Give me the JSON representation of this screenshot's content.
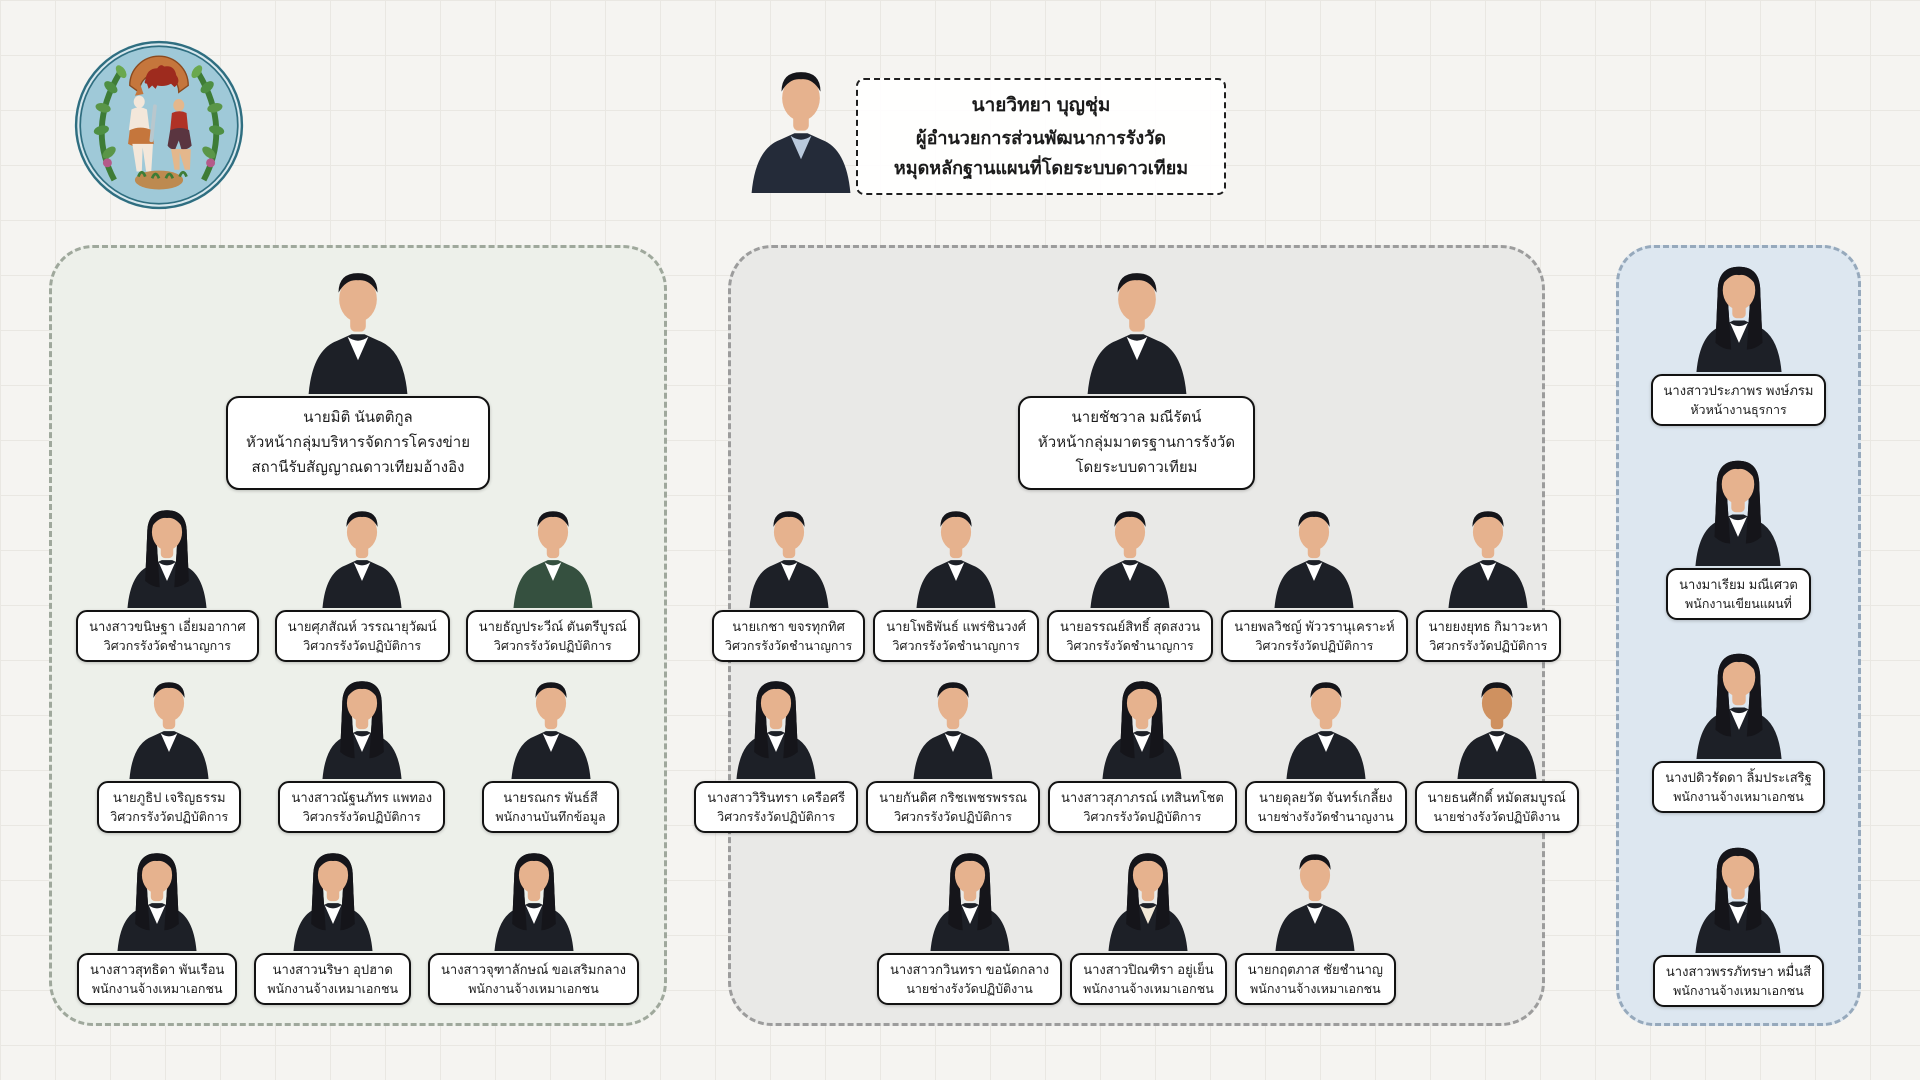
{
  "page": {
    "background": "#f5f4f1",
    "grid_line_color": "#e9e7e2"
  },
  "logo": {
    "icon": "department-seal-emblem",
    "ring_color": "#2f6e80",
    "field_color": "#9fc9d8",
    "wreath_color": "#3e7c36",
    "crest_color": "#c5763c"
  },
  "director": {
    "name": "นายวิทยา บุญชุ่ม",
    "title_line1": "ผู้อำนวยการส่วนพัฒนาการรังวัด",
    "title_line2": "หมุดหลักฐานแผนที่โดยระบบดาวเทียม",
    "photo": {
      "gender": "m",
      "suit": "#242b39",
      "shirt": "#b9c9dc"
    }
  },
  "sections": [
    {
      "name": "network-management-group",
      "panel_bg": "#edf0ea",
      "panel_border": "#9fa89c",
      "leader": {
        "name": "นายมิติ นันตติกูล",
        "roles": [
          "หัวหน้ากลุ่มบริหารจัดการโครงข่าย",
          "สถานีรับสัญญาณดาวเทียมอ้างอิง"
        ],
        "gender": "m"
      },
      "rows": [
        [
          {
            "name": "นางสาวขนิษฐา เอี่ยมอากาศ",
            "role": "วิศวกรรังวัดชำนาญการ",
            "gender": "f"
          },
          {
            "name": "นายศุภสัณห์ วรรณายุวัฒน์",
            "role": "วิศวกรรังวัดปฏิบัติการ",
            "gender": "m"
          },
          {
            "name": "นายธัญประวีณ์ ตันตรีบูรณ์",
            "role": "วิศวกรรังวัดปฏิบัติการ",
            "gender": "m",
            "suit": "#35503f"
          }
        ],
        [
          {
            "name": "นายภูธิป เจริญธรรม",
            "role": "วิศวกรรังวัดปฏิบัติการ",
            "gender": "m"
          },
          {
            "name": "นางสาวณัฐนภัทร แพทอง",
            "role": "วิศวกรรังวัดปฏิบัติการ",
            "gender": "f"
          },
          {
            "name": "นายรณกร พันธ์สี",
            "role": "พนักงานบันทึกข้อมูล",
            "gender": "m"
          }
        ],
        [
          {
            "name": "นางสาวสุทธิดา พันเรือน",
            "role": "พนักงานจ้างเหมาเอกชน",
            "gender": "f"
          },
          {
            "name": "นางสาวนริษา อุปฮาด",
            "role": "พนักงานจ้างเหมาเอกชน",
            "gender": "f"
          },
          {
            "name": "นางสาวจุฑาลักษณ์ ขอเสริมกลาง",
            "role": "พนักงานจ้างเหมาเอกชน",
            "gender": "f"
          }
        ]
      ]
    },
    {
      "name": "survey-standards-group",
      "panel_bg": "#e9e9e7",
      "panel_border": "#9c9c9c",
      "leader": {
        "name": "นายชัชวาล มณีรัตน์",
        "roles": [
          "หัวหน้ากลุ่มมาตรฐานการรังวัด",
          "โดยระบบดาวเทียม"
        ],
        "gender": "m"
      },
      "rows": [
        [
          {
            "name": "นายเกชา ขจรทุกทิศ",
            "role": "วิศวกรรังวัดชำนาญการ",
            "gender": "m"
          },
          {
            "name": "นายโพธิพันธ์ แพร่ชินวงศ์",
            "role": "วิศวกรรังวัดชำนาญการ",
            "gender": "m"
          },
          {
            "name": "นายอรรณย์สิทธิ์ สุดสงวน",
            "role": "วิศวกรรังวัดชำนาญการ",
            "gender": "m"
          },
          {
            "name": "นายพลวิชญ์ พัววรานุเคราะห์",
            "role": "วิศวกรรังวัดปฏิบัติการ",
            "gender": "m"
          },
          {
            "name": "นายยงยุทธ กิมาวะหา",
            "role": "วิศวกรรังวัดปฏิบัติการ",
            "gender": "m"
          }
        ],
        [
          {
            "name": "นางสาววิรินทรา เครือศรี",
            "role": "วิศวกรรังวัดปฏิบัติการ",
            "gender": "f"
          },
          {
            "name": "นายกันดิศ กริชเพชรพรรณ",
            "role": "วิศวกรรังวัดปฏิบัติการ",
            "gender": "m"
          },
          {
            "name": "นางสาวสุภาภรณ์ เทสินทโชต",
            "role": "วิศวกรรังวัดปฏิบัติการ",
            "gender": "f"
          },
          {
            "name": "นายดุลยวัต จันทร์เกลี้ยง",
            "role": "นายช่างรังวัดชำนาญงาน",
            "gender": "m"
          },
          {
            "name": "นายธนศักดิ์ หมัดสมบูรณ์",
            "role": "นายช่างรังวัดปฏิบัติงาน",
            "gender": "m",
            "skin": "#cf9160"
          }
        ],
        [
          {
            "name": "นางสาวกวินทรา ขอนัดกลาง",
            "role": "นายช่างรังวัดปฏิบัติงาน",
            "gender": "f"
          },
          {
            "name": "นางสาวปิณฑิรา อยู่เย็น",
            "role": "พนักงานจ้างเหมาเอกชน",
            "gender": "f",
            "shirt": "#f1e8d7"
          },
          {
            "name": "นายกฤตภาส ชัยชำนาญ",
            "role": "พนักงานจ้างเหมาเอกชน",
            "gender": "m"
          }
        ]
      ]
    },
    {
      "name": "admin-group",
      "panel_bg": "#dde7f0",
      "panel_border": "#96a9bc",
      "leader": null,
      "rows": [
        [
          {
            "name": "นางสาวประภาพร พงษ์ภรม",
            "role": "หัวหน้างานธุรการ",
            "gender": "f"
          }
        ],
        [
          {
            "name": "นางมาเรียม มณีเศวต",
            "role": "พนักงานเขียนแผนที่",
            "gender": "f"
          }
        ],
        [
          {
            "name": "นางปดิวรัดดา ลิ้มประเสริฐ",
            "role": "พนักงานจ้างเหมาเอกชน",
            "gender": "f"
          }
        ],
        [
          {
            "name": "นางสาวพรรภัทรษา หมื่นสี",
            "role": "พนักงานจ้างเหมาเอกชน",
            "gender": "f"
          }
        ]
      ]
    }
  ]
}
